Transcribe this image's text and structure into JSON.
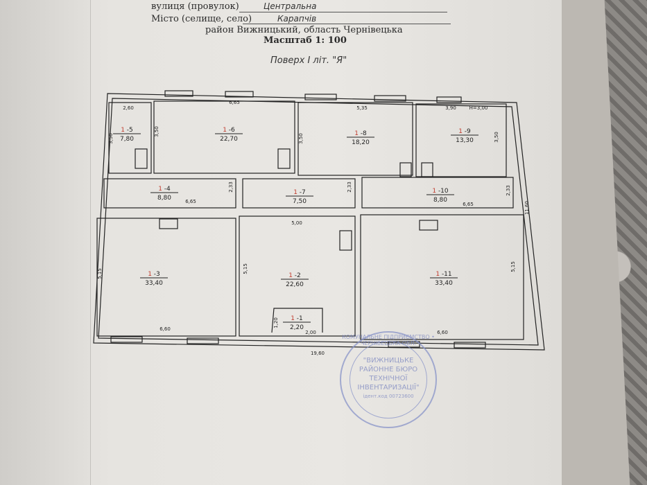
{
  "header": {
    "street_label": "вулиця (провулок)",
    "street_value": "Центральна",
    "city_label": "Місто (селище, село)",
    "city_value": "Карапчів",
    "district_line": "район Вижницький, область Чернівецька",
    "scale": "Масштаб 1: 100",
    "floor_title": "Поверх I літ. \"Я\""
  },
  "rooms": [
    {
      "id": "1-5",
      "area": "7,80",
      "dims": [
        "2,60",
        "3,50"
      ]
    },
    {
      "id": "1-6",
      "area": "22,70",
      "dims": [
        "6,65",
        "3,50"
      ]
    },
    {
      "id": "1-8",
      "area": "18,20",
      "dims": [
        "5,35",
        "3,50"
      ]
    },
    {
      "id": "1-9",
      "area": "13,30",
      "dims": [
        "3,90",
        "3,50"
      ]
    },
    {
      "id": "1-4",
      "area": "8,80",
      "dims": [
        "6,65",
        "2,33"
      ]
    },
    {
      "id": "1-7",
      "area": "7,50",
      "dims": [
        "2,33"
      ]
    },
    {
      "id": "1-10",
      "area": "8,80",
      "dims": [
        "6,65",
        "2,33"
      ]
    },
    {
      "id": "1-3",
      "area": "33,40",
      "dims": [
        "6,60",
        "5,15"
      ]
    },
    {
      "id": "1-2",
      "area": "22,60",
      "dims": [
        "5,00",
        "5,15"
      ]
    },
    {
      "id": "1-11",
      "area": "33,40",
      "dims": [
        "6,60",
        "5,15"
      ]
    },
    {
      "id": "1-1",
      "area": "2,20",
      "dims": [
        "1,20",
        "2,00"
      ]
    }
  ],
  "height_note": "H=3,00",
  "overall": {
    "width": "19,60",
    "depth": "11,60"
  },
  "stamp": {
    "ring": "КОМУНАЛЬНЕ ПІДПРИЄМСТВО • ЧЕРНІВЕЦЬКА ОБЛ.",
    "lines": [
      "\"ВИЖНИЦЬКЕ",
      "РАЙОННЕ БЮРО",
      "ТЕХНІЧНОЇ",
      "ІНВЕНТАРИЗАЦІЇ\"",
      "ідент.код 00723600"
    ]
  },
  "colors": {
    "room_number": "#c0392b",
    "stamp": "#7c87c0"
  }
}
